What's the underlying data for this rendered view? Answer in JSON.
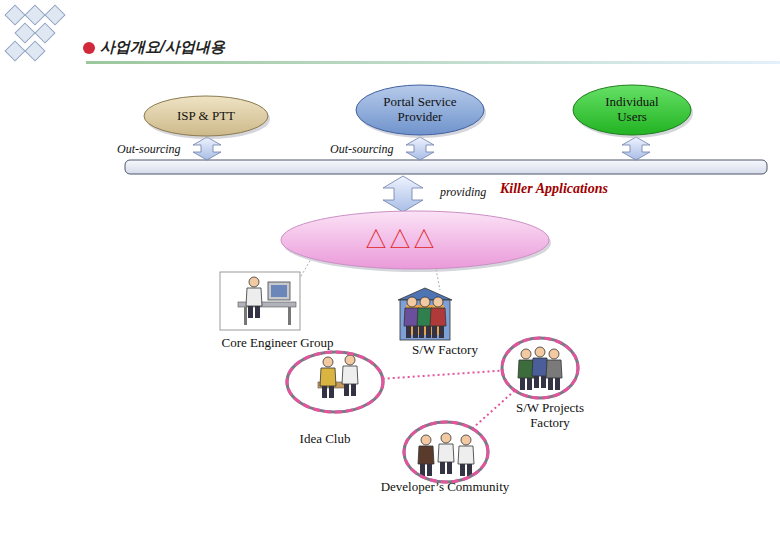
{
  "diagram": {
    "title": "사업개요/사업내용",
    "nodes": [
      {
        "text": [
          "ISP & PTT"
        ]
      },
      {
        "text": [
          "Portal Service Provider"
        ]
      },
      {
        "text": [
          "Individual Users"
        ]
      },
      {
        "text": [
          "△△△"
        ]
      },
      {
        "text": [
          "Core Engineer Group"
        ]
      },
      {
        "text": [
          "S/W Factory"
        ]
      },
      {
        "text": [
          "Idea Club"
        ]
      },
      {
        "text": [
          "S/W Projects Factory"
        ]
      },
      {
        "text": [
          "Developer’s Community"
        ]
      }
    ],
    "edges": [
      {
        "from": 6,
        "to": 7,
        "arrow": "none"
      },
      {
        "from": 8,
        "to": 7,
        "arrow": "none"
      }
    ],
    "labels": [
      "Out-sourcing",
      "Out-sourcing",
      "providing",
      "Killer Applications"
    ]
  }
}
